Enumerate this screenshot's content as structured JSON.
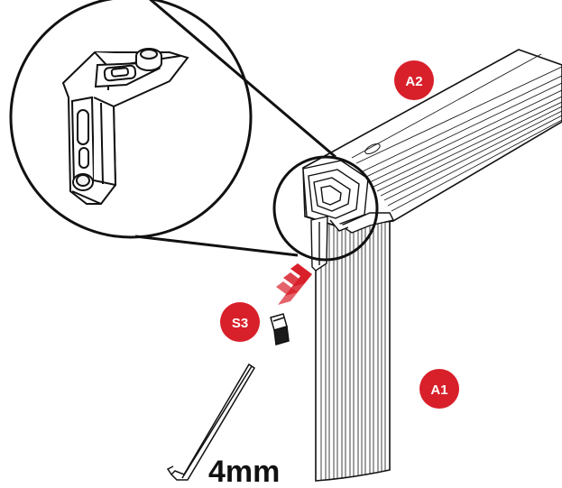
{
  "labels": {
    "badge_a2": "A2",
    "badge_a1": "A1",
    "badge_s3": "S3",
    "tool_size": "4mm"
  },
  "colors": {
    "badge_red": "#d8202a",
    "arrow_red": "#d8202a",
    "line": "#111111",
    "background": "#ffffff"
  },
  "icons": {
    "badge_a2": "red-circle-badge",
    "badge_a1": "red-circle-badge",
    "badge_s3": "red-circle-badge",
    "direction": "double-chevron-arrow",
    "tool": "hex-key-wrench"
  }
}
